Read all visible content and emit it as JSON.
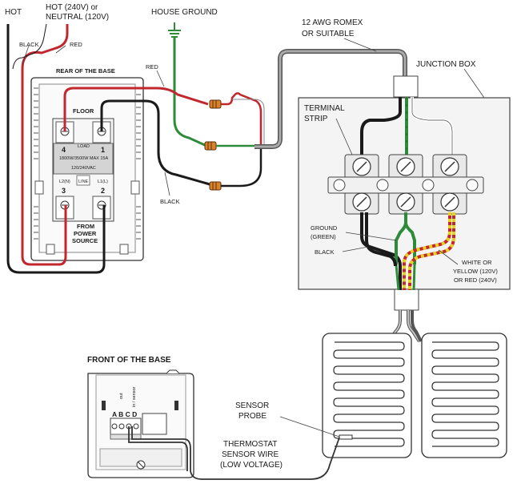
{
  "labels": {
    "hot": "HOT",
    "hot_neutral_1": "HOT (240V) or",
    "hot_neutral_2": "NEUTRAL (120V)",
    "black_top": "BLACK",
    "red_top": "RED",
    "house_ground": "HOUSE GROUND",
    "romex_1": "12 AWG ROMEX",
    "romex_2": "OR SUITABLE",
    "junction_box": "JUNCTION BOX",
    "red_mid": "RED",
    "rear_of_base": "REAR OF THE BASE",
    "floor": "FLOOR",
    "terminal_strip_1": "TERMINAL",
    "terminal_strip_2": "STRIP",
    "black_mid": "BLACK",
    "ground_1": "GROUND",
    "ground_2": "(GREEN)",
    "black_box": "BLACK",
    "white_1": "WHITE OR",
    "white_2": "YELLOW (120V)",
    "white_3": "OR RED (240V)",
    "front_of_base": "FRONT OF THE BASE",
    "sensor_probe_1": "SENSOR",
    "sensor_probe_2": "PROBE",
    "sensor_wire_1": "THERMOSTAT",
    "sensor_wire_2": "SENSOR WIRE",
    "sensor_wire_3": "(LOW VOLTAGE)"
  },
  "relay": {
    "load": "LOAD",
    "rating": "1800W/3500W MAX 15A",
    "voltage": "120/240VAC",
    "line": "LINE",
    "t4": "4",
    "t1": "1",
    "t3": "3",
    "t2": "2",
    "l2n": "L2(N)",
    "l1l": "L1(L)",
    "from_1": "FROM",
    "from_2": "POWER",
    "from_3": "SOURCE"
  },
  "front_base": {
    "out": "out",
    "in_sensor": "in / sensor",
    "abcd": "A B C D"
  },
  "colors": {
    "red": "#c1272d",
    "green": "#2e8b3a",
    "black": "#1a1a1a",
    "romex": "#8a8a8a",
    "yellow": "#e8d21f",
    "nut": "#d9822b"
  }
}
